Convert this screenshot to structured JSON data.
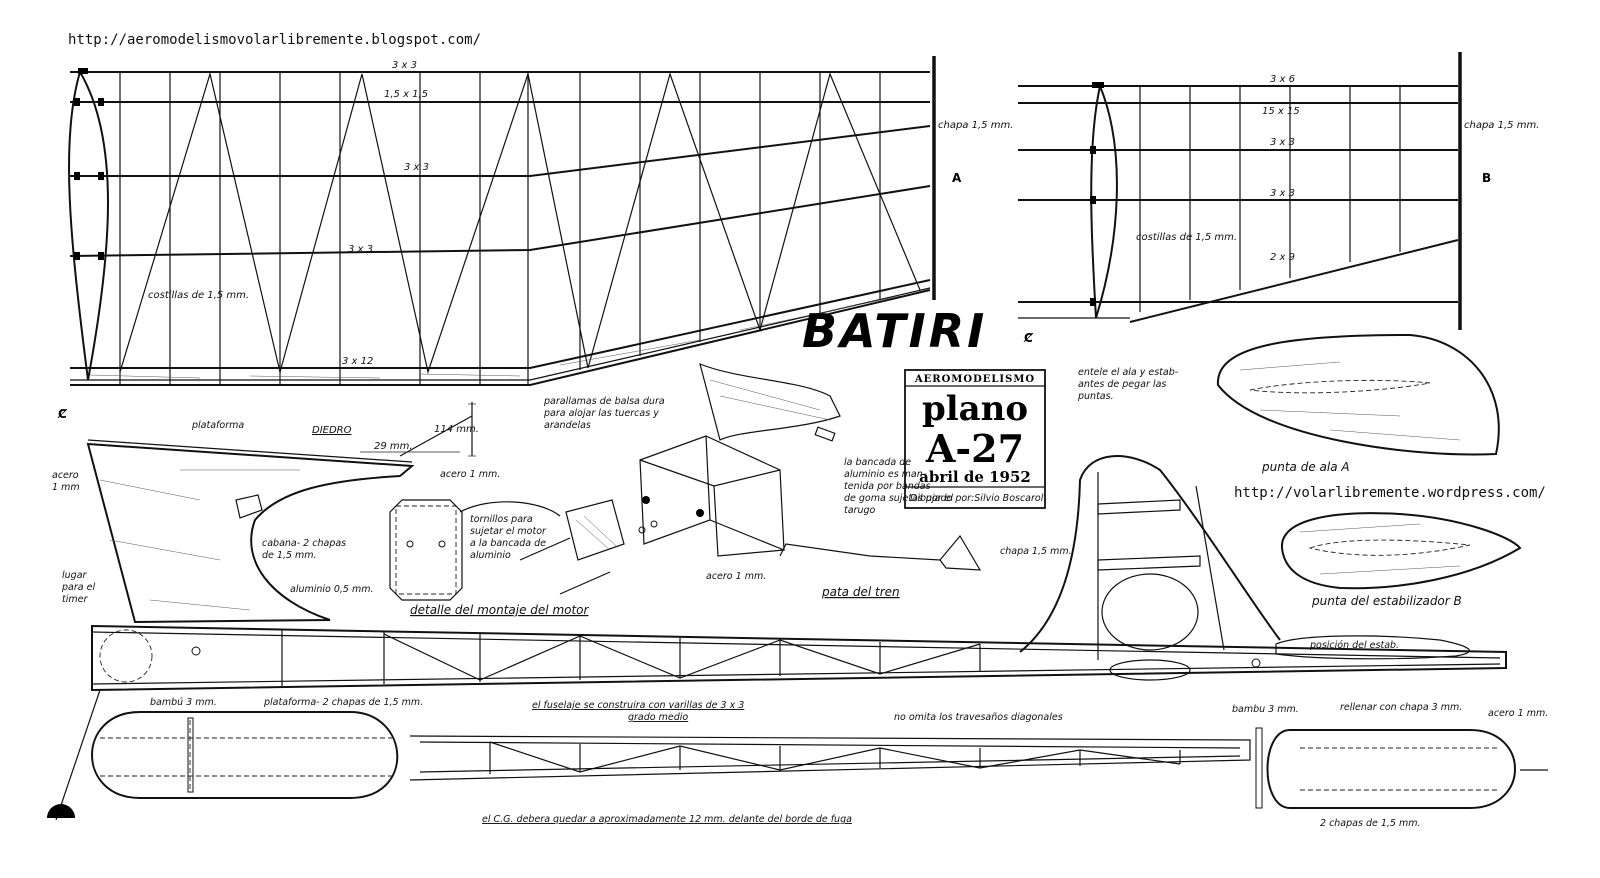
{
  "urls": {
    "top": "http://aeromodelismovolarlibremente.blogspot.com/",
    "right": "http://volarlibremente.wordpress.com/"
  },
  "title": "BATIRI",
  "plano_box": {
    "header": "AEROMODELISMO",
    "line1": "plano",
    "line2": "A-27",
    "date": "abril de 1952",
    "credit": "Dibujado por:Silvio Boscarol"
  },
  "wing": {
    "spar_top": "3 x 3",
    "spar_2": "1,5 x 1,5",
    "spar_3": "3 x 3",
    "spar_4": "3 x 3",
    "trailing": "3 x 12",
    "ribs": "costillas de 1,5 mm.",
    "tip": "chapa 1,5 mm.",
    "section": "A",
    "cl": "Ȼ"
  },
  "stab": {
    "spar_top": "3 x 6",
    "spar_2": "15 x 15",
    "spar_3": "3 x 3",
    "spar_4": "3 x 3",
    "trailing": "2 x 9",
    "ribs": "costillas de 1,5 mm.",
    "tip": "chapa 1,5 mm.",
    "section": "B",
    "cl": "Ȼ"
  },
  "dihedral": {
    "label": "DIEDRO",
    "height": "114 mm.",
    "run": "29 mm."
  },
  "notes": {
    "plataforma": "plataforma",
    "acero_top": "acero\n1 mm",
    "acero_ro": "acero 1 mm.",
    "cabana": "cabana- 2 chapas\nde 1,5 mm.",
    "lugar": "lugar\npara el\ntimer",
    "parallamas": "parallamas de balsa dura\npara alojar las tuercas y\narandelas",
    "tornillos": "tornillos para\nsujetar el motor\na la bancada de\naluminio",
    "aluminio": "aluminio 0,5 mm.",
    "bancada": "la bancada de\naluminio es man-\ntenida por bandas\nde goma sujetas por el\ntarugo",
    "acero_tren": "acero 1 mm.",
    "entele": "entele el ala y estab-\nantes de pegar las\npuntas.",
    "chapa_fin": "chapa 1,5 mm.",
    "posicion": "posición del estab.",
    "bambu_left": "bambú 3 mm.",
    "plataforma_2": "plataforma- 2 chapas de 1,5 mm.",
    "fuselaje_1": "el fuselaje se construira con varillas de 3 x 3",
    "fuselaje_2": "grado medio",
    "travesanos": "no omita los travesaños diagonales",
    "bambu_right": "bambu 3 mm.",
    "rellenar": "rellenar con chapa 3 mm.",
    "acero_tail": "acero 1 mm.",
    "chapas_tail": "2 chapas de 1,5 mm.",
    "cg": "el C.G. debera quedar a aproximadamente 12 mm. delante del borde de fuga"
  },
  "captions": {
    "motor": "detalle del montaje del motor",
    "tren": "pata del tren",
    "punta_ala": "punta de ala A",
    "punta_estab": "punta del estabilizador B"
  }
}
